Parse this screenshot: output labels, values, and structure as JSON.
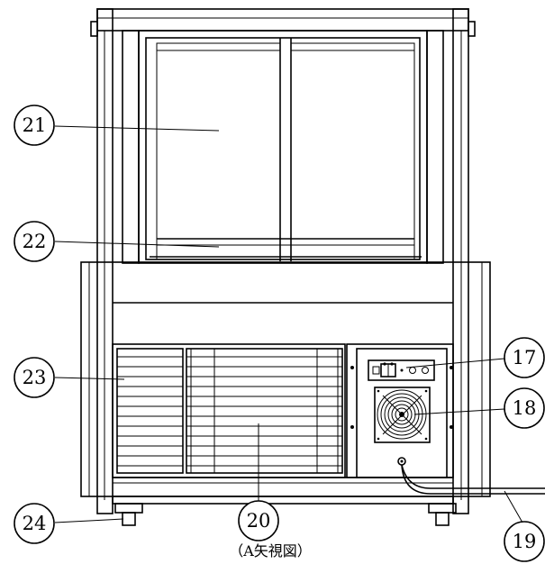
{
  "labels": {
    "p17": "17",
    "p18": "18",
    "p19": "19",
    "p20": "20",
    "p21": "21",
    "p22": "22",
    "p23": "23",
    "p24": "24"
  },
  "caption": "（A矢視図）"
}
